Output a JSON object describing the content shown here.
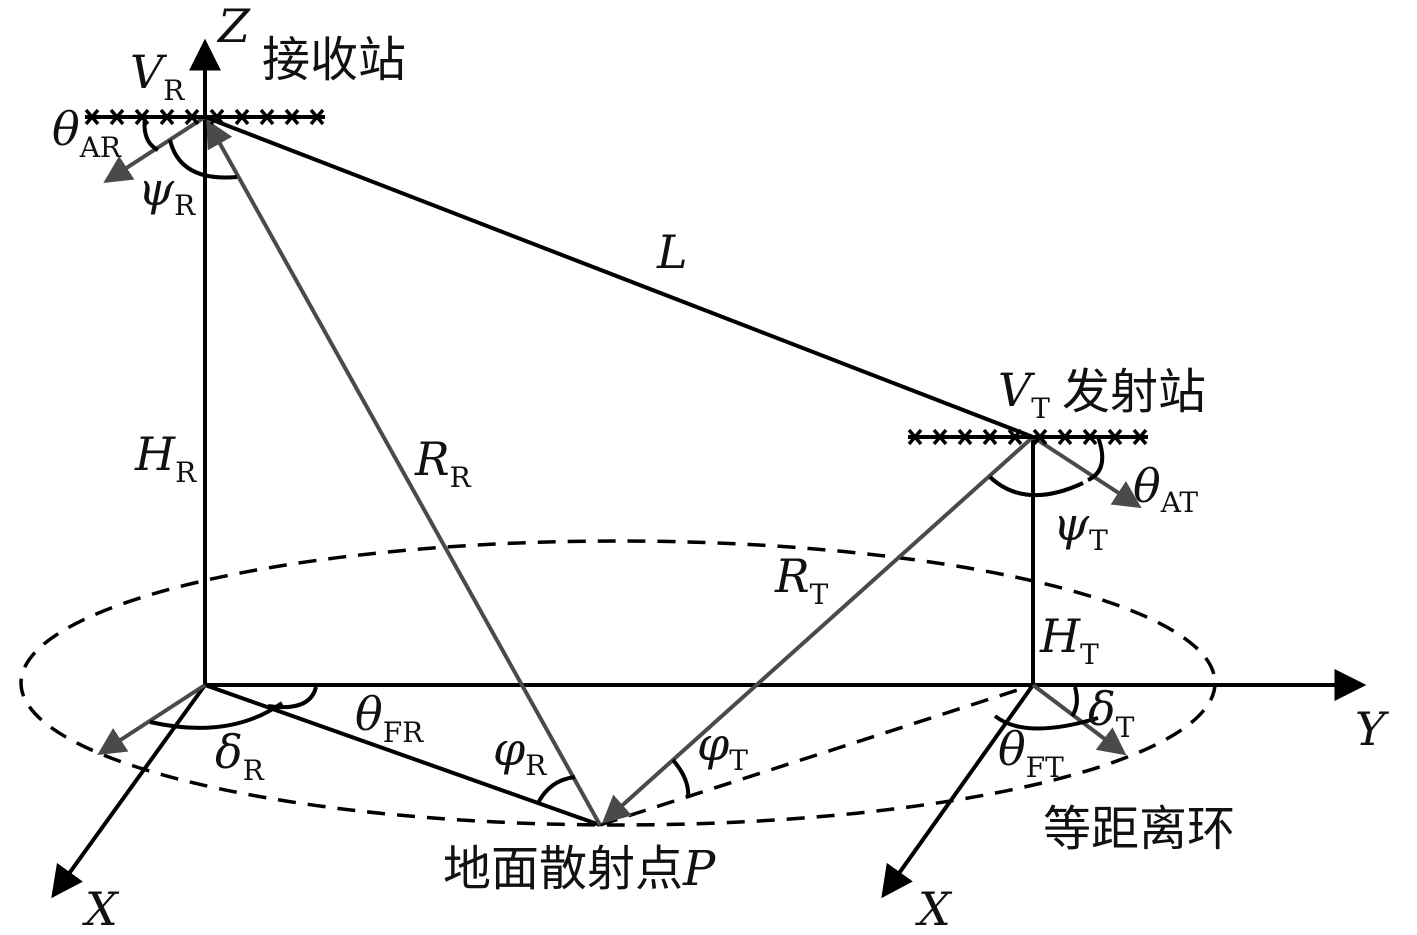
{
  "stations": {
    "receiver": "接收站",
    "transmitter": "发射站",
    "scatter_point": "地面散射点",
    "scatter_symbol": "P",
    "iso_range_ring": "等距离环"
  },
  "axes": {
    "z": "Z",
    "y": "Y",
    "x_left": "X",
    "x_right": "X"
  },
  "symbols": {
    "VR": {
      "base": "V",
      "sub": "R"
    },
    "VT": {
      "base": "V",
      "sub": "T"
    },
    "theta_AR": {
      "base": "θ",
      "sub": "AR"
    },
    "psi_R": {
      "base": "ψ",
      "sub": "R"
    },
    "L": {
      "base": "L"
    },
    "HR": {
      "base": "H",
      "sub": "R"
    },
    "RR": {
      "base": "R",
      "sub": "R"
    },
    "RT": {
      "base": "R",
      "sub": "T"
    },
    "theta_AT": {
      "base": "θ",
      "sub": "AT"
    },
    "psi_T": {
      "base": "ψ",
      "sub": "T"
    },
    "HT": {
      "base": "H",
      "sub": "T"
    },
    "theta_FR": {
      "base": "θ",
      "sub": "FR"
    },
    "delta_R": {
      "base": "δ",
      "sub": "R"
    },
    "varphi_R": {
      "base": "φ",
      "sub": "R"
    },
    "varphi_T": {
      "base": "φ",
      "sub": "T"
    },
    "delta_T": {
      "base": "δ",
      "sub": "T"
    },
    "theta_FT": {
      "base": "θ",
      "sub": "FT"
    }
  },
  "colors": {
    "line": "#000000",
    "ray": "#4a4a4a",
    "background": "#ffffff"
  }
}
